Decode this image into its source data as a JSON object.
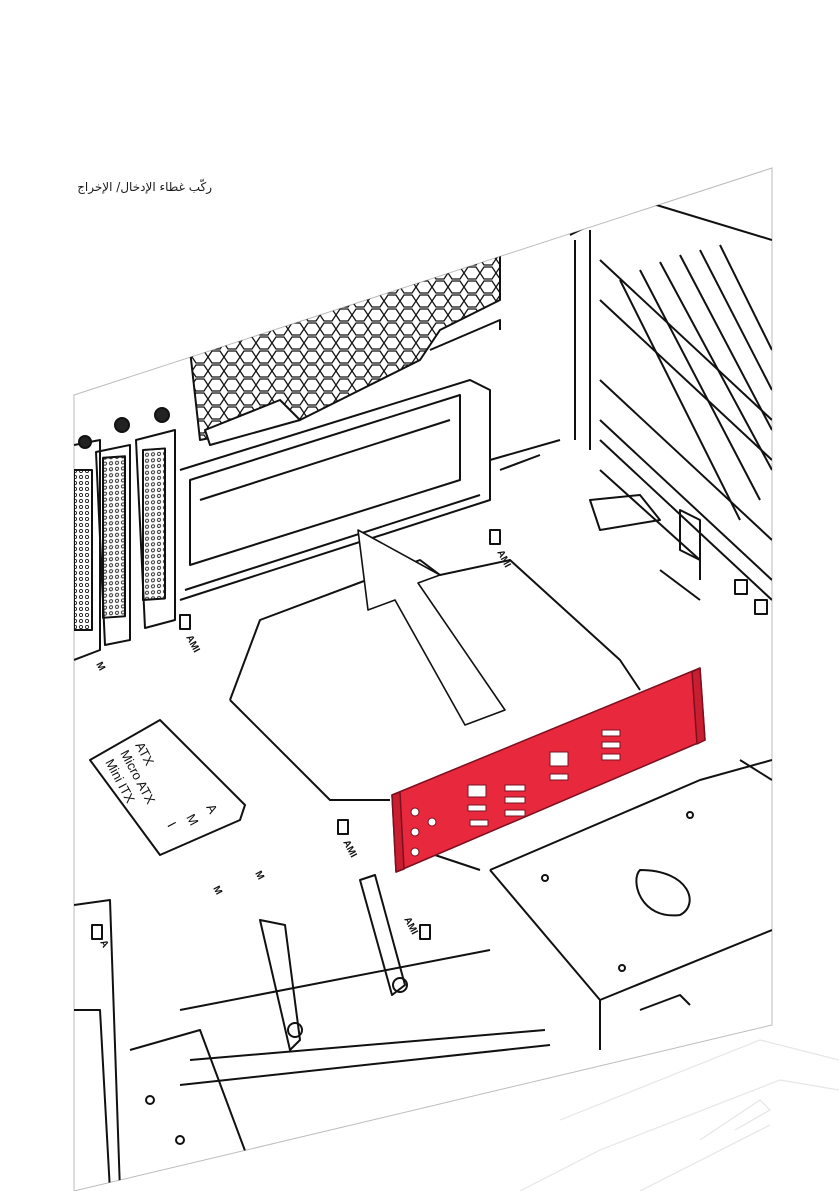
{
  "instruction": {
    "text": "ركّب غطاء الإدخال/ الإخراج"
  },
  "illustration": {
    "form_factor_labels": [
      "ATX",
      "Micro ATX",
      "Mini ITX"
    ],
    "form_factor_letters": [
      "A",
      "M",
      "I"
    ],
    "standoff_label": "AMI",
    "standoff_marks": [
      "M",
      "M",
      "M",
      "A"
    ],
    "io_shield_color": "#e8283c"
  }
}
